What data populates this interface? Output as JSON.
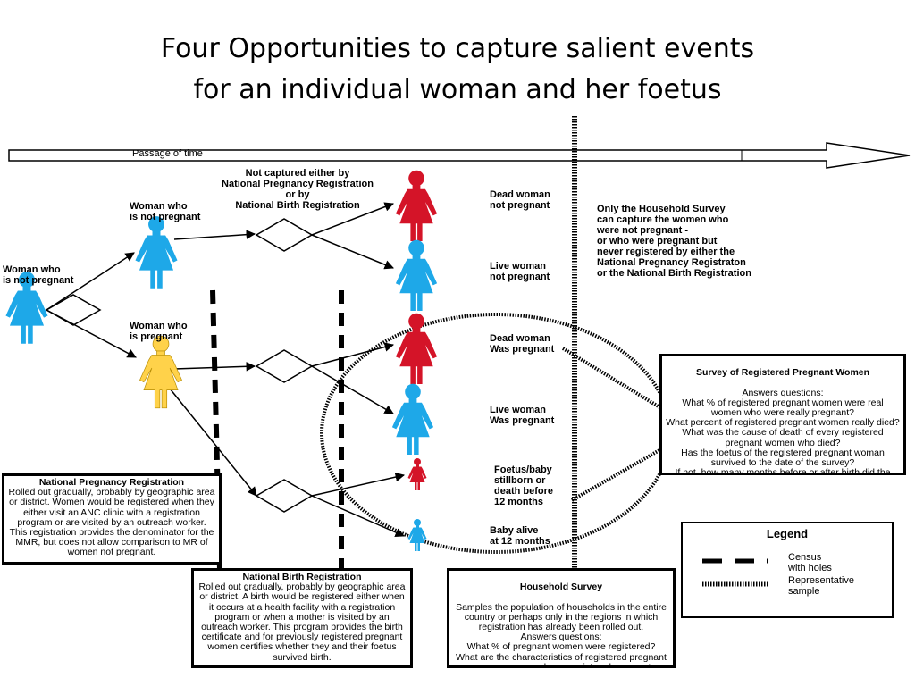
{
  "title": {
    "line1": "Four Opportunities to capture salient events",
    "line2": "for an individual woman and her foetus"
  },
  "timeline": {
    "label": "Passage of time"
  },
  "labels": {
    "start_woman": "Woman who\nis not pregnant",
    "top_woman": "Woman who\nis not pregnant",
    "mid_woman": "Woman who\nis pregnant",
    "not_captured": "Not captured either by\nNational Pregnancy Registration\nor by\nNational Birth Registration",
    "outcome_dead_np": "Dead woman\nnot pregnant",
    "outcome_live_np": "Live woman\nnot pregnant",
    "outcome_dead_p": "Dead woman\nWas pregnant",
    "outcome_live_p": "Live woman\nWas pregnant",
    "outcome_foetus": "Foetus/baby\nstillborn or\ndeath before\n12 months",
    "outcome_baby": "Baby alive\nat 12 months",
    "household_only": "Only the Household Survey\ncan capture the women who\nwere not pregnant -\nor who were pregnant but\nnever registered by either the\nNational Pregnancy Registraton\nor the National Birth Registration"
  },
  "boxes": {
    "npr": {
      "title": "National Pregnancy Registration",
      "body": "Rolled out gradually, probably by geographic area or district.  Women would be registered when they  either visit an ANC clinic with a registration program or are visited by an outreach worker.  This registration provides the denominator for the MMR, but does not allow comparison to MR of women not pregnant."
    },
    "nbr": {
      "title": "National Birth Registration",
      "body": "Rolled out gradually, probably by geographic area or district.  A birth would be registered either when it occurs at a health facility with a registration program or when a mother is visited by an outreach worker.  This program provides the birth certificate and for previously registered pregnant women certifies whether they and their foetus survived birth."
    },
    "household": {
      "title": "Household Survey",
      "body": "Samples the population of households in the entire country or perhaps only in the regions in which registration has already been rolled out.\nAnswers questions:\nWhat % of pregnant women were registered?\nWhat are the characteristics of registered pregnant women compared to unregistered pregnant women?"
    },
    "survey": {
      "title": "Survey of Registered Pregnant Women",
      "body": "Answers questions:\nWhat % of registered pregnant women were real women who were really pregnant?\nWhat percent of registered pregnant women really died?\nWhat was the cause of death of every registered pregnant women who died?\nHas the foetus of the registered pregnant woman survived to the date of the survey?\nIf not, how many months before or after birth did the foetus/infant die?"
    }
  },
  "legend": {
    "title": "Legend",
    "census": "Census\nwith holes",
    "sample": "Representative\nsample"
  },
  "colors": {
    "blue_figure": "#1EA8E8",
    "red_figure": "#D41428",
    "yellow_figure": "#FFD24A"
  }
}
